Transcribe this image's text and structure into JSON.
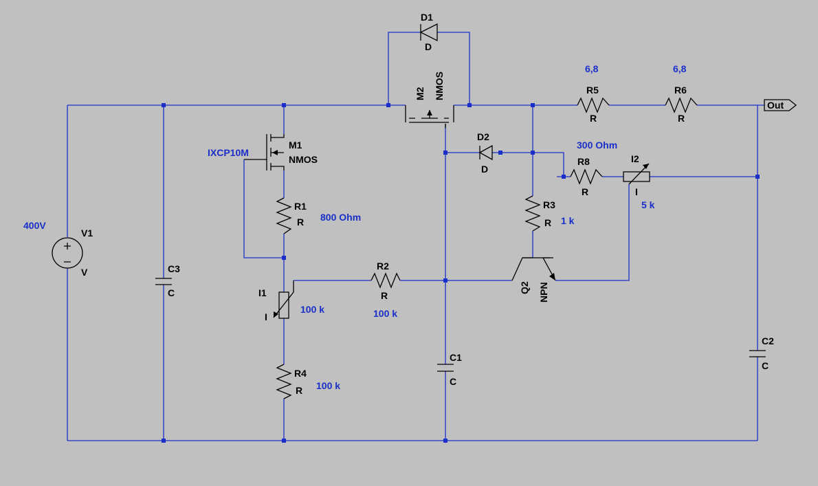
{
  "components": {
    "V1": {
      "name": "V1",
      "type": "V",
      "value": "400V"
    },
    "C3": {
      "name": "C3",
      "type": "C"
    },
    "M1": {
      "name": "M1",
      "type": "NMOS",
      "value": "IXCP10M"
    },
    "R1": {
      "name": "R1",
      "type": "R",
      "value": "800 Ohm"
    },
    "I1": {
      "name": "I1",
      "type": "I",
      "value": "100 k"
    },
    "R4": {
      "name": "R4",
      "type": "R",
      "value": "100 k"
    },
    "R2": {
      "name": "R2",
      "type": "R",
      "value": "100 k"
    },
    "D1": {
      "name": "D1",
      "type": "D"
    },
    "M2": {
      "name": "M2",
      "type": "NMOS"
    },
    "D2": {
      "name": "D2",
      "type": "D"
    },
    "C1": {
      "name": "C1",
      "type": "C"
    },
    "R3": {
      "name": "R3",
      "type": "R",
      "value": "1 k"
    },
    "Q2": {
      "name": "Q2",
      "type": "NPN"
    },
    "R5": {
      "name": "R5",
      "type": "R",
      "value": "6,8"
    },
    "R6": {
      "name": "R6",
      "type": "R",
      "value": "6,8"
    },
    "R8": {
      "name": "R8",
      "type": "R",
      "value": "300 Ohm"
    },
    "I2": {
      "name": "I2",
      "type": "I",
      "value": "5 k"
    },
    "C2": {
      "name": "C2",
      "type": "C"
    }
  },
  "output_port": {
    "label": "Out"
  },
  "colors": {
    "background": "#c0c0c0",
    "wire": "#1a2fc8",
    "component": "#000000",
    "junction": "#1a2fc8",
    "value_text": "#1a2fc8"
  }
}
